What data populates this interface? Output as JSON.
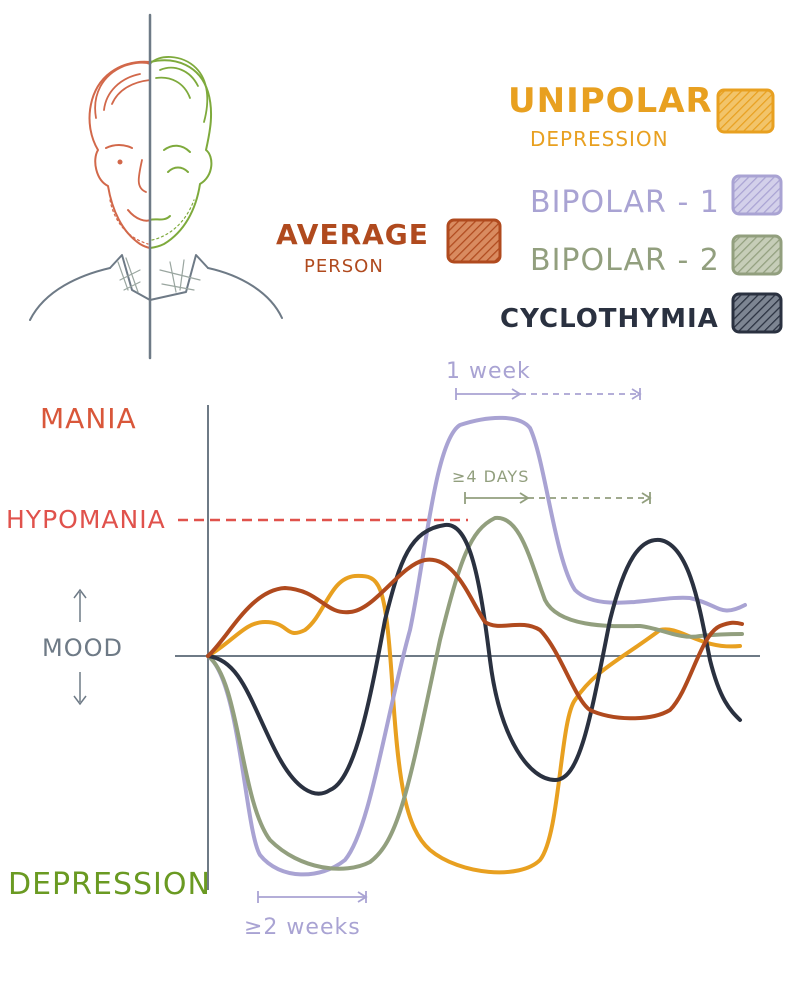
{
  "colors": {
    "unipolar": "#E8A020",
    "bipolar1": "#A9A3D3",
    "bipolar2": "#929F7E",
    "cyclothymia": "#2A3140",
    "average": "#B04A1E",
    "mania": "#D9573A",
    "hypomania": "#E0524C",
    "depression_label": "#6A9A22",
    "axis": "#6E7A86",
    "face_left": "#D2684A",
    "face_right": "#7EAA3C"
  },
  "legend": {
    "unipolar_title": "UNIPOLAR",
    "unipolar_sub": "DEPRESSION",
    "bipolar1": "BIPOLAR - 1",
    "bipolar2": "BIPOLAR - 2",
    "cyclothymia": "CYCLOTHYMIA",
    "average_title": "AVERAGE",
    "average_sub": "PERSON"
  },
  "axis_labels": {
    "mania": "MANIA",
    "hypomania": "HYPOMANIA",
    "mood": "MOOD",
    "depression": "DEPRESSION"
  },
  "annotations": {
    "one_week": "1 week",
    "four_days": "≥4 DAYS",
    "two_weeks": "≥2 weeks"
  }
}
